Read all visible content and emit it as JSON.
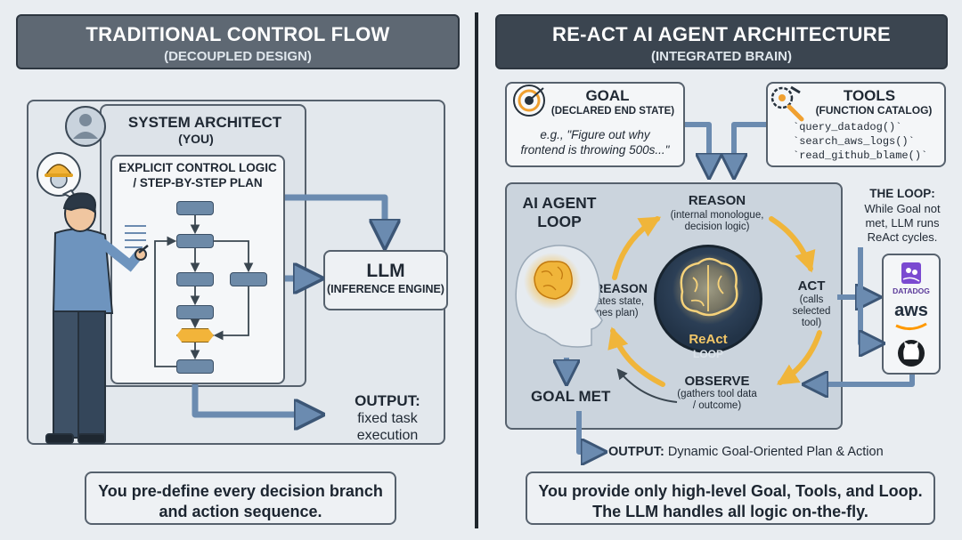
{
  "left": {
    "title": "TRADITIONAL CONTROL FLOW",
    "subtitle": "(DECOUPLED DESIGN)",
    "architect": {
      "label": "SYSTEM ARCHITECT",
      "sub": "(YOU)"
    },
    "control": {
      "line1": "EXPLICIT CONTROL LOGIC",
      "line2": "/ STEP-BY-STEP PLAN"
    },
    "llm": {
      "label": "LLM",
      "sub": "(INFERENCE ENGINE)"
    },
    "output": {
      "label": "OUTPUT:",
      "line1": "fixed task",
      "line2": "execution"
    },
    "caption": {
      "line1": "You pre-define every decision branch",
      "line2": "and action sequence."
    }
  },
  "right": {
    "title": "RE-ACT AI AGENT ARCHITECTURE",
    "subtitle": "(INTEGRATED BRAIN)",
    "goal": {
      "label": "GOAL",
      "sub": "(DECLARED END STATE)",
      "example1": "e.g., \"Figure out why",
      "example2": "frontend is throwing 500s...\""
    },
    "tools": {
      "label": "TOOLS",
      "sub": "(FUNCTION CATALOG)",
      "functions": [
        "`query_datadog()`",
        "`search_aws_logs()`",
        "`read_github_blame()`"
      ]
    },
    "agent_loop": {
      "line1": "AI AGENT",
      "line2": "LOOP"
    },
    "reason": {
      "label": "REASON",
      "line1": "(internal monologue,",
      "line2": "decision logic)"
    },
    "act": {
      "label": "ACT",
      "line1": "(calls",
      "line2": "selected",
      "line3": "tool)"
    },
    "observe": {
      "label": "OBSERVE",
      "line1": "(gathers tool data",
      "line2": "/ outcome)"
    },
    "rereason": {
      "label": "RE-REASON",
      "line1": "(updates state,",
      "line2": "refines plan)"
    },
    "core": {
      "label": "ReAct",
      "sub": "LOOP"
    },
    "the_loop": {
      "label": "THE LOOP:",
      "line1": "While Goal not",
      "line2": "met, LLM runs",
      "line3": "ReAct cycles."
    },
    "goal_met": "GOAL MET",
    "services": {
      "datadog": "DATADOG",
      "aws": "aws"
    },
    "output": {
      "label": "OUTPUT:",
      "text": "Dynamic Goal-Oriented Plan & Action"
    },
    "caption": {
      "line1": "You provide only high-level Goal, Tools, and Loop.",
      "line2": "The LLM handles all logic on-the-fly."
    }
  },
  "colors": {
    "left_banner": "#5e6873",
    "right_banner": "#3b4550",
    "arrow": "#6b8bb0",
    "loop_arrow": "#f0b53a",
    "brain_glow": "#f3c768"
  }
}
